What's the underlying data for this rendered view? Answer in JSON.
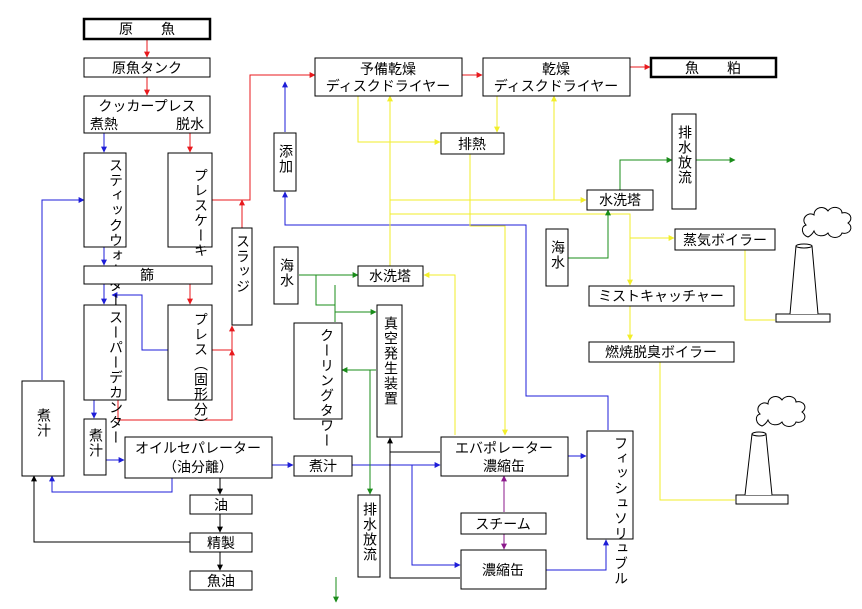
{
  "labels": {
    "raw_fish": "原　　魚",
    "raw_fish_tank": "原魚タンク",
    "cooker_press": "クッカープレス",
    "cooking": "煮熱",
    "dewater": "脱水",
    "stick_water": "スティックウォーター",
    "press_cake": "プレスケーキ",
    "sieve": "篩",
    "super_decanter": "スーパーデカンター",
    "press_solid": "プレス（固形分）",
    "sludge": "スラッジ",
    "additive": "添加",
    "pre_dry_disk_1": "予備乾燥",
    "pre_dry_disk_2": "ディスクドライヤー",
    "dry_disk_1": "乾燥",
    "dry_disk_2": "ディスクドライヤー",
    "fish_meal": "魚　　粕",
    "exhaust_heat": "排熱",
    "wash_tower_1": "水洗塔",
    "wash_tower_2": "水洗塔",
    "discharge_1": "排水放流",
    "discharge_2": "排水放流",
    "seawater_1": "海水",
    "seawater_2": "海水",
    "steam_boiler": "蒸気ボイラー",
    "mist_catcher": "ミストキャッチャー",
    "deodor_boiler": "燃焼脱臭ボイラー",
    "cooling_tower": "クーリングタワー",
    "vacuum_gen": "真空発生装置",
    "boiled_juice_1": "煮汁",
    "boiled_juice_2": "煮汁",
    "boiled_juice_3": "煮汁",
    "oil_sep_1": "オイルセパレーター",
    "oil_sep_2": "（油分離）",
    "oil": "油",
    "refining": "精製",
    "fish_oil": "魚油",
    "evaporator_1": "エバポレーター",
    "evaporator_2": "濃縮缶",
    "steam": "スチーム",
    "concentrator": "濃縮缶",
    "fish_soluble": "フィッシュソリュブル"
  },
  "colors": {
    "red": "#e8191d",
    "blue": "#1d1dd8",
    "yellow": "#f2ee2a",
    "green": "#1a8c1a",
    "purple": "#8b1a8b",
    "black": "#000000"
  }
}
